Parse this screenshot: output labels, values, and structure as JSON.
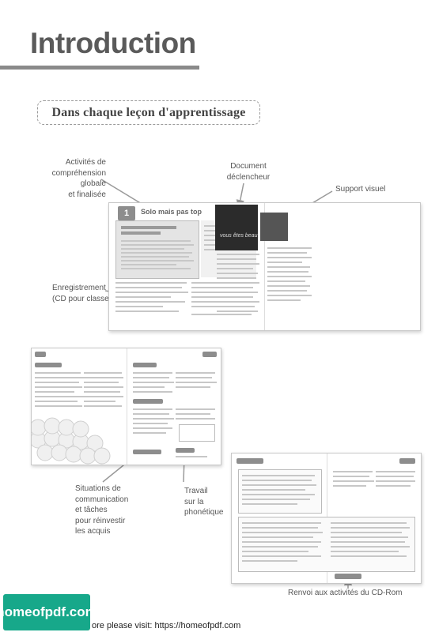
{
  "page": {
    "title": "Introduction",
    "subtitle": "Dans chaque leçon d'apprentissage"
  },
  "annotations": {
    "activites": "Activités de\ncompréhension\nglobale\net finalisée",
    "document": "Document\ndéclencheur",
    "support": "Support visuel",
    "enregistrement": "Enregistrement\n(CD pour classe)",
    "situations": "Situations de\ncommunication\net tâches\npour réinvestir\nles acquis",
    "travail": "Travail\nsur la\nphonétique",
    "renvoi": "Renvoi aux activités du CD-Rom"
  },
  "spread1": {
    "lesson_number": "1",
    "lesson_title": "Solo mais pas top",
    "photo_caption": "vous êtes beau"
  },
  "footer": {
    "logo": "homeofpdf.com",
    "text": "ore please visit: https://homeofpdf.com"
  },
  "colors": {
    "logo_bg": "#17a88a",
    "title": "#5a5a5a",
    "arrow": "#9a9a9a"
  }
}
